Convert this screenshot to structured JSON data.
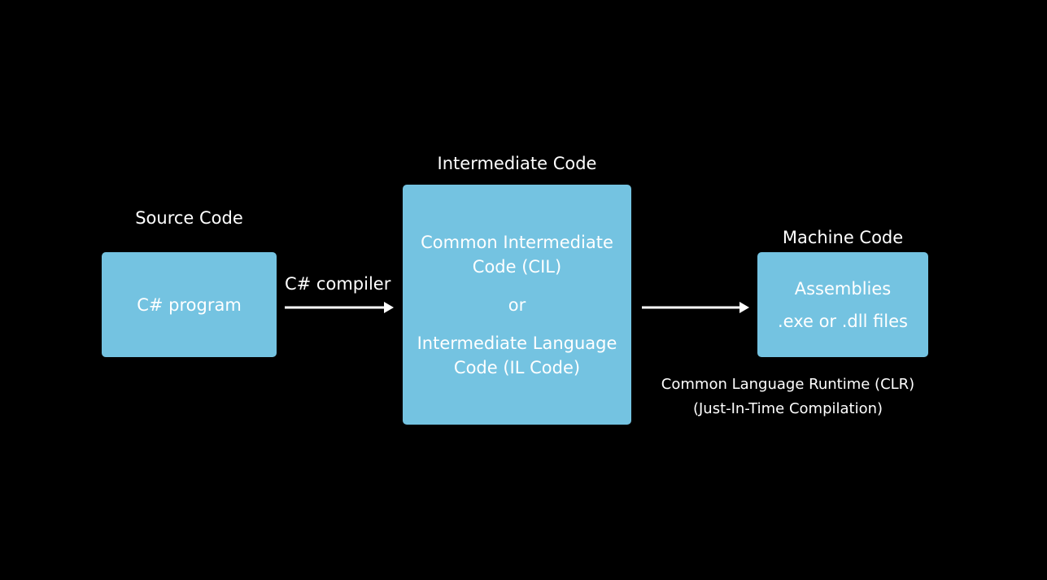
{
  "colors": {
    "background": "#000000",
    "box_fill": "#74c3e1",
    "text": "#ffffff",
    "arrow": "#ffffff"
  },
  "source": {
    "heading": "Source Code",
    "box_text": "C# program"
  },
  "compiler_edge": {
    "label": "C# compiler"
  },
  "intermediate": {
    "heading": "Intermediate Code",
    "line1": "Common Intermediate",
    "line2": "Code (CIL)",
    "or": "or",
    "line3": "Intermediate Language",
    "line4": "Code (IL Code)"
  },
  "machine": {
    "heading": "Machine Code",
    "line1": "Assemblies",
    "line2": ".exe or .dll files"
  },
  "runtime_edge": {
    "line1": "Common Language Runtime (CLR)",
    "line2": "(Just-In-Time Compilation)"
  }
}
